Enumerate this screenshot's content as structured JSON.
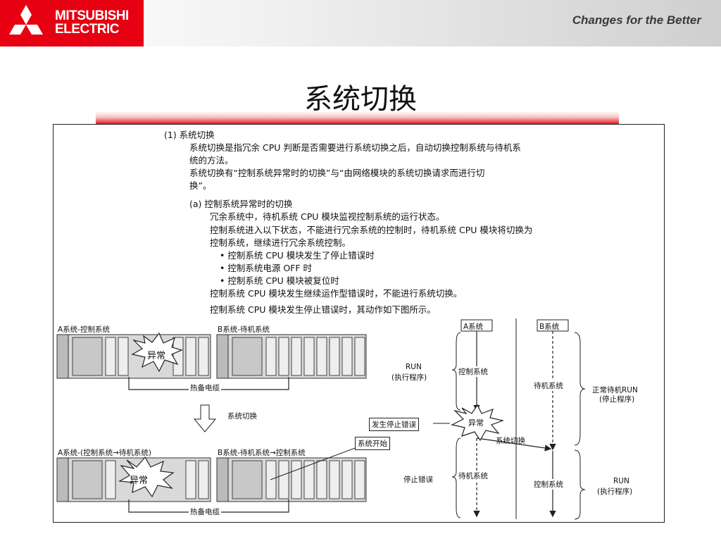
{
  "header": {
    "brand_line1": "MITSUBISHI",
    "brand_line2": "ELECTRIC",
    "tagline": "Changes for the Better"
  },
  "slide": {
    "title": "系统切换"
  },
  "text": {
    "h1": "(1) 系统切换",
    "p1a": "系统切换是指冗余 CPU 判断是否需要进行系统切换之后，自动切换控制系统与待机系",
    "p1b": "统的方法。",
    "p2a": "系统切换有“控制系统异常时的切换”与“由网络模块的系统切换请求而进行切",
    "p2b": "换”。",
    "h2": "(a) 控制系统异常时的切换",
    "p3": "冗余系统中，待机系统 CPU 模块监视控制系统的运行状态。",
    "p4a": "控制系统进入以下状态，不能进行冗余系统的控制时，待机系统 CPU 模块将切换为",
    "p4b": "控制系统，继续进行冗余系统控制。",
    "b1": "• 控制系统 CPU 模块发生了停止错误时",
    "b2": "• 控制系统电源 OFF 时",
    "b3": "• 控制系统 CPU 模块被复位时",
    "p5": "控制系统 CPU 模块发生继续运作型错误时，不能进行系统切换。",
    "p6": "控制系统 CPU 模块发生停止错误时，其动作如下图所示。"
  },
  "diagram": {
    "a_top": "A系统-控制系统",
    "b_top": "B系统-待机系统",
    "abnormal": "异常",
    "cable": "热备电缆",
    "switch": "系统切换",
    "a_bot": "A系统-(控制系统→待机系统)",
    "b_bot": "B系统-待机系统→控制系统",
    "stop_error": "发生停止错误",
    "sys_start": "系统开始",
    "col_a": "A系统",
    "col_b": "B系统",
    "run1": "RUN",
    "run1b": "(执行程序)",
    "ctrl_a": "控制系统",
    "standby_b": "待机系统",
    "normal_standby1": "正常待机RUN",
    "normal_standby2": "(停止程序)",
    "stop_err2": "停止错误",
    "standby_a": "待机系统",
    "ctrl_b": "控制系统",
    "run2": "RUN",
    "run2b": "(执行程序)"
  },
  "colors": {
    "brand_red": "#e60012"
  }
}
